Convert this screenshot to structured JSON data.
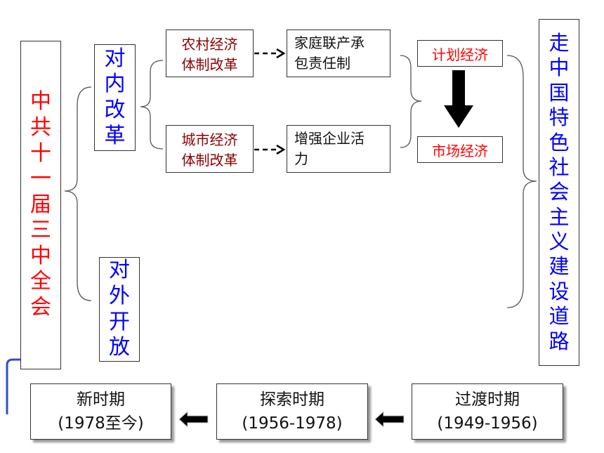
{
  "main_node": {
    "text": "中共十一届三中全会",
    "color": "#ff0000"
  },
  "domestic_reform": {
    "text": "对内改革",
    "color": "#0000ff"
  },
  "opening_up": {
    "text": "对外开放",
    "color": "#0000ff"
  },
  "rural_reform": {
    "lines": [
      "农村经济",
      "体制改革"
    ],
    "color": "#8b0000"
  },
  "urban_reform": {
    "lines": [
      "城市经济",
      "体制改革"
    ],
    "color": "#8b0000"
  },
  "household_system": {
    "lines": [
      "家庭联产承",
      "包责任制"
    ]
  },
  "enterprise_vitality": {
    "lines": [
      "增强企业活",
      "力"
    ]
  },
  "planned_economy": {
    "text": "计划经济",
    "color": "#ff0000"
  },
  "market_economy": {
    "text": "市场经济",
    "color": "#ff0000"
  },
  "socialist_road": {
    "text": "走中国特色社会主义建设道路",
    "color": "#0000ff"
  },
  "periods": [
    {
      "name": "新时期",
      "years": "(1978至今)"
    },
    {
      "name": "探索时期",
      "years": "(1956-1978)"
    },
    {
      "name": "过渡时期",
      "years": "(1949-1956)"
    }
  ]
}
